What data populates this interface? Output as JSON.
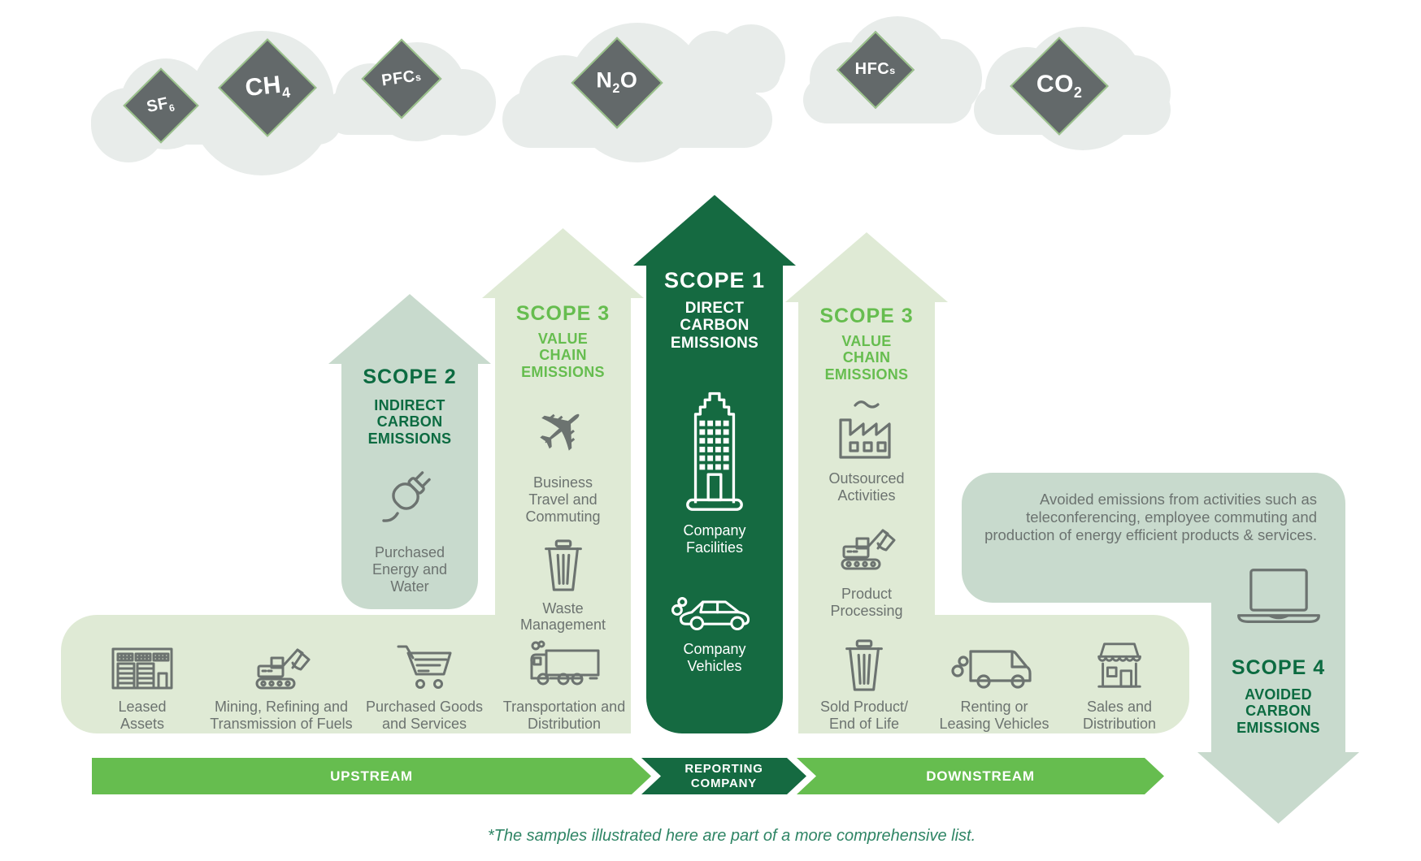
{
  "gases": [
    {
      "name": "sulfur-hexafluoride",
      "pre": "SF",
      "sub": "6"
    },
    {
      "name": "methane",
      "pre": "CH",
      "sub": "4"
    },
    {
      "name": "perfluorocarbons",
      "pre": "PFC",
      "small": "s"
    },
    {
      "name": "nitrous-oxide",
      "pre": "N",
      "sub": "2",
      "post": "O"
    },
    {
      "name": "hydrofluorocarbons",
      "pre": "HFC",
      "small": "s"
    },
    {
      "name": "carbon-dioxide",
      "pre": "CO",
      "sub": "2"
    }
  ],
  "scope2": {
    "title": "SCOPE 2",
    "subtitle": "INDIRECT CARBON EMISSIONS",
    "items": [
      {
        "icon": "plug-icon",
        "label": "Purchased Energy and Water"
      }
    ]
  },
  "scope3_upstream": {
    "title": "SCOPE 3",
    "subtitle": "VALUE CHAIN EMISSIONS",
    "items": [
      {
        "icon": "airplane-icon",
        "label": "Business Travel and Commuting"
      },
      {
        "icon": "waste-bin-icon",
        "label": "Waste Management"
      }
    ]
  },
  "scope1": {
    "title": "SCOPE 1",
    "subtitle": "DIRECT CARBON EMISSIONS",
    "items": [
      {
        "icon": "office-building-icon",
        "label": "Company Facilities"
      },
      {
        "icon": "car-icon",
        "label": "Company Vehicles"
      }
    ]
  },
  "scope3_downstream": {
    "title": "SCOPE 3",
    "subtitle": "VALUE CHAIN EMISSIONS",
    "items": [
      {
        "icon": "factory-icon",
        "label": "Outsourced Activities"
      },
      {
        "icon": "excavator-icon",
        "label": "Product Processing"
      }
    ]
  },
  "scope4": {
    "title": "SCOPE 4",
    "subtitle": "AVOIDED CARBON EMISSIONS",
    "description": "Avoided emissions from activities such as teleconferencing, employee commuting and production of energy efficient products & services.",
    "icon": "laptop-icon"
  },
  "upstream_band": {
    "items": [
      {
        "icon": "warehouse-icon",
        "label": "Leased Assets"
      },
      {
        "icon": "excavator-icon",
        "label": "Mining, Refining and Transmission of Fuels"
      },
      {
        "icon": "shopping-cart-icon",
        "label": "Purchased Goods and Services"
      },
      {
        "icon": "truck-icon",
        "label": "Transportation and Distribution"
      }
    ]
  },
  "downstream_band": {
    "items": [
      {
        "icon": "waste-bin-icon",
        "label": "Sold Product/ End of Life"
      },
      {
        "icon": "van-icon",
        "label": "Renting or Leasing Vehicles"
      },
      {
        "icon": "storefront-icon",
        "label": "Sales and Distribution"
      }
    ]
  },
  "flow_bar": {
    "upstream": "UPSTREAM",
    "reporting_company": "REPORTING COMPANY",
    "downstream": "DOWNSTREAM"
  },
  "footnote": "*The samples illustrated here are part of a more comprehensive list.",
  "colors": {
    "scope1_fill": "#156a41",
    "scope2_fill": "#c8dacd",
    "scope3_fill": "#dfead5",
    "scope4_fill": "#c8dacd",
    "bright_green": "#66bd4f",
    "dark_green_text": "#0c6b41",
    "gray_text": "#6c7370",
    "cloud_gray": "#e8ecea",
    "diamond_gray": "#63696a",
    "footnote_green": "#2f8565"
  }
}
